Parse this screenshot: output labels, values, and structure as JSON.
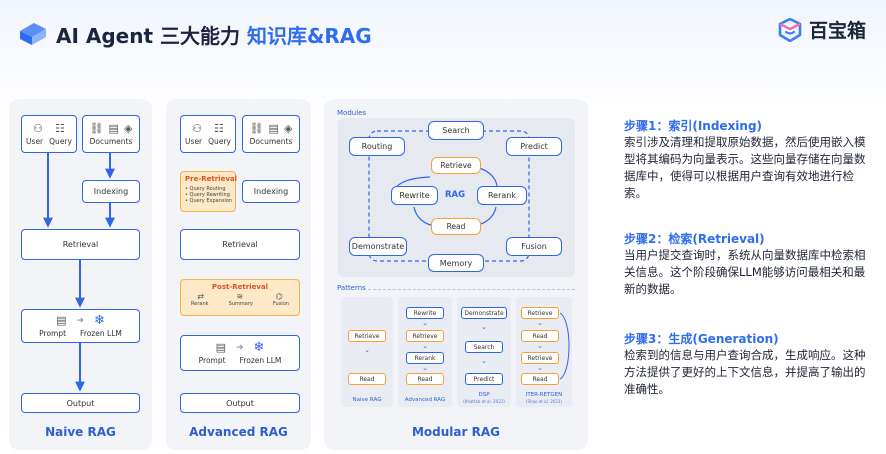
{
  "header": {
    "title_main": "AI Agent 三大能力 ",
    "title_highlight": "知识库&RAG",
    "brand": "百宝箱",
    "colors": {
      "accent": "#2f6cf0",
      "orange": "#f2a23a"
    }
  },
  "naive": {
    "user": "User",
    "query": "Query",
    "documents": "Documents",
    "indexing": "Indexing",
    "retrieval": "Retrieval",
    "prompt": "Prompt",
    "frozen_llm": "Frozen LLM",
    "output": "Output",
    "name": "Naive RAG"
  },
  "advanced": {
    "user": "User",
    "query": "Query",
    "documents": "Documents",
    "indexing": "Indexing",
    "pre_retrieval": "Pre-Retrieval",
    "pre_items": [
      "• Query Routing",
      "• Query Rewriting",
      "• Query Expansion"
    ],
    "retrieval": "Retrieval",
    "post_retrieval": "Post-Retrieval",
    "post_items": [
      "Rerank",
      "Summary",
      "Fusion"
    ],
    "prompt": "Prompt",
    "frozen_llm": "Frozen LLM",
    "output": "Output",
    "name": "Advanced RAG"
  },
  "modular": {
    "modules_label": "Modules",
    "search": "Search",
    "routing": "Routing",
    "predict": "Predict",
    "retrieve": "Retrieve",
    "rewrite": "Rewrite",
    "rag": "RAG",
    "rerank": "Rerank",
    "read": "Read",
    "demonstrate": "Demonstrate",
    "fusion": "Fusion",
    "memory": "Memory",
    "patterns_label": "Patterns",
    "patterns": [
      {
        "boxes": [
          "Retrieve",
          "Read"
        ],
        "caption": "Naive RAG",
        "sub": ""
      },
      {
        "boxes": [
          "Rewrite",
          "Retrieve",
          "Rerank",
          "Read"
        ],
        "caption": "Advanced RAG",
        "sub": ""
      },
      {
        "boxes": [
          "Demonstrate",
          "Search",
          "Predict"
        ],
        "caption": "DSP",
        "sub": "(Khattab et al. 2022)"
      },
      {
        "boxes": [
          "Retrieve",
          "Read",
          "Retrieve",
          "Read"
        ],
        "caption": "ITER-RETGEN",
        "sub": "(Shao et al. 2023)"
      }
    ],
    "name": "Modular RAG"
  },
  "steps": [
    {
      "heading": "步骤1：索引(Indexing)",
      "body": "索引涉及清理和提取原始数据，然后使用嵌入模型将其编码为向量表示。这些向量存储在向量数据库中，使得可以根据用户查询有效地进行检索。"
    },
    {
      "heading": "步骤2：检索(Retrieval)",
      "body": "当用户提交查询时，系统从向量数据库中检索相关信息。这个阶段确保LLM能够访问最相关和最新的数据。"
    },
    {
      "heading": "步骤3：生成(Generation)",
      "body": "检索到的信息与用户查询合成，生成响应。这种方法提供了更好的上下文信息，并提高了输出的准确性。"
    }
  ]
}
